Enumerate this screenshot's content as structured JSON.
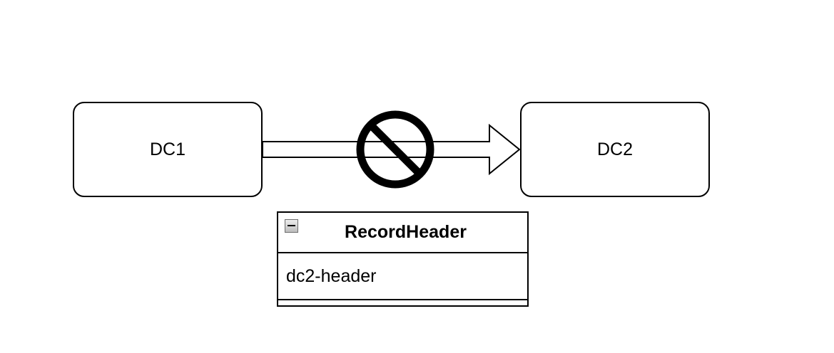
{
  "nodes": {
    "source": {
      "label": "DC1"
    },
    "target": {
      "label": "DC2"
    }
  },
  "record": {
    "title": "RecordHeader",
    "fields": [
      "dc2-header"
    ]
  },
  "icons": {
    "blocked": "prohibited-icon",
    "collapse": "collapse-minus-icon"
  },
  "colors": {
    "stroke": "#000000",
    "fill": "#ffffff"
  }
}
